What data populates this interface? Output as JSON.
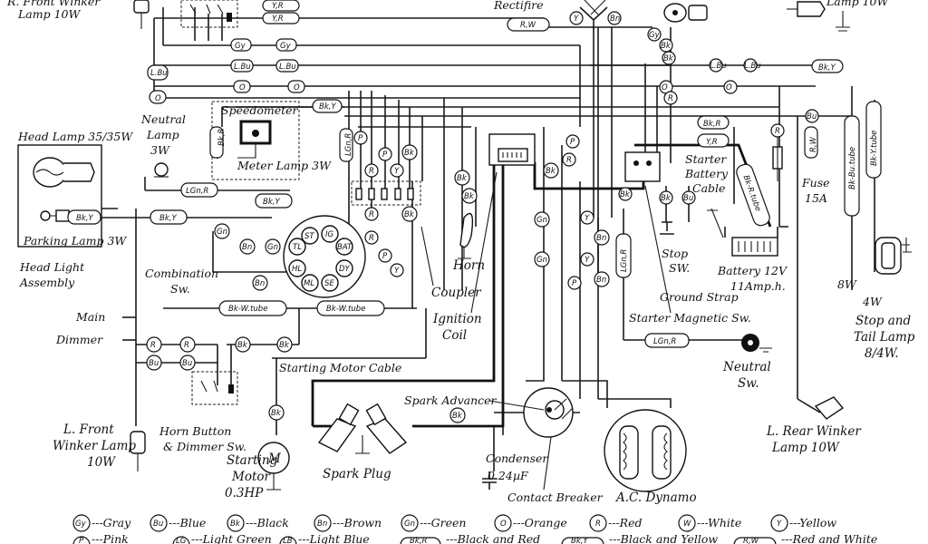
{
  "components": {
    "r_front_winker": [
      "R. Front Winker",
      "Lamp 10W"
    ],
    "rectifier": "Rectifire",
    "r_rear_lamp": "Lamp 10W",
    "head_lamp": "Head Lamp 35/35W",
    "parking_lamp": "Parking Lamp 3W",
    "head_light_assembly": [
      "Head Light",
      "Assembly"
    ],
    "speedometer": "Speedometer",
    "meter_lamp": "Meter Lamp 3W",
    "neutral_lamp": [
      "Neutral",
      "Lamp",
      "3W"
    ],
    "combination_sw": [
      "Combination",
      "Sw."
    ],
    "coupler": "Coupler",
    "horn": "Horn",
    "ignition_coil": [
      "Ignition",
      "Coil"
    ],
    "starter_battery_cable": [
      "Starter",
      "Battery",
      "Cable"
    ],
    "stop_sw": [
      "Stop",
      "SW."
    ],
    "fuse": [
      "Fuse",
      "15A"
    ],
    "battery": [
      "Battery 12V",
      "11Amp.h."
    ],
    "ground_strap": "Ground Strap",
    "starter_magnetic_sw": "Starter Magnetic Sw.",
    "stop_tail_lamp": [
      "Stop and",
      "Tail Lamp",
      "8/4W."
    ],
    "main": "Main",
    "dimmer": "Dimmer",
    "starting_motor_cable": "Starting Motor Cable",
    "neutral_sw": [
      "Neutral",
      "Sw."
    ],
    "l_front_winker": [
      "L. Front",
      "Winker Lamp",
      "10W"
    ],
    "horn_button": [
      "Horn Button",
      "& Dimmer Sw."
    ],
    "starting_motor": [
      "Starting",
      "Motor",
      "0.3HP"
    ],
    "spark_advancer": "Spark Advancer",
    "spark_plug": "Spark Plug",
    "condenser": [
      "Condenser",
      "0.24µF"
    ],
    "contact_breaker": "Contact Breaker",
    "ac_dynamo": "A.C. Dynamo",
    "l_rear_winker": [
      "L. Rear Winker",
      "Lamp 10W"
    ],
    "motor_symbol": "M",
    "watt_8w": "8W",
    "watt_4w": "4W"
  },
  "switch_terminals": [
    "ST",
    "IG",
    "BAT",
    "DY",
    "SE",
    "ML",
    "HL",
    "TL"
  ],
  "wire_codes": {
    "bk": "Bk",
    "bky": "Bk,Y",
    "bkr": "Bk,R",
    "yr": "Y,R",
    "rw": "R,W",
    "gy": "Gy",
    "lb": "L.Bu",
    "o": "O",
    "gn": "Gn",
    "bu": "Bu",
    "bn": "Bn",
    "r": "R",
    "y": "Y",
    "p": "P",
    "lgnr": "LGn,R",
    "bkwtube": "Bk-W.tube",
    "bkbutube": "Bk-Bu.tube",
    "bkytube": "Bk-Y.tube",
    "bkrtube": "Bk-R.tube",
    "w": "W"
  },
  "legend": [
    {
      "code": "Gy",
      "name": "Gray"
    },
    {
      "code": "Bu",
      "name": "Blue"
    },
    {
      "code": "Bk",
      "name": "Black"
    },
    {
      "code": "Bn",
      "name": "Brown"
    },
    {
      "code": "Gn",
      "name": "Green"
    },
    {
      "code": "O",
      "name": "Orange"
    },
    {
      "code": "R",
      "name": "Red"
    },
    {
      "code": "W",
      "name": "White"
    },
    {
      "code": "Y",
      "name": "Yellow"
    }
  ],
  "legend_row2": [
    {
      "code": "P",
      "name": "Pink"
    },
    {
      "code": "LG",
      "name": "Light Green"
    },
    {
      "code": "LB",
      "name": "Light Blue"
    },
    {
      "code": "Bk,R",
      "name": "Black and Red"
    },
    {
      "code": "Bk,Y",
      "name": "Black and Yellow"
    },
    {
      "code": "R,W",
      "name": "Red and White"
    }
  ]
}
